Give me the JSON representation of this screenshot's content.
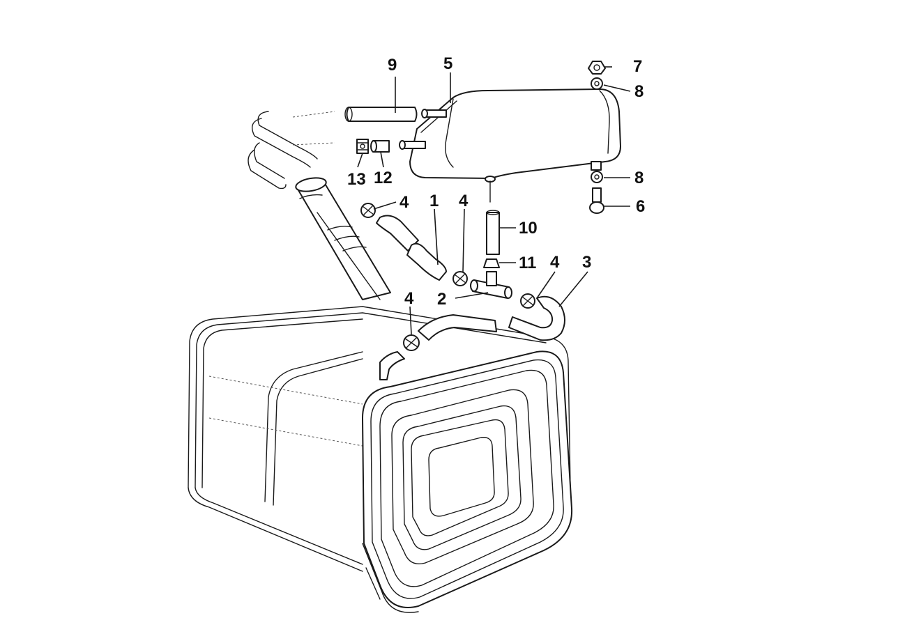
{
  "callouts": {
    "c1": "1",
    "c2": "2",
    "c3": "3",
    "c4a": "4",
    "c4b": "4",
    "c4c": "4",
    "c4d": "4",
    "c5": "5",
    "c6": "6",
    "c7": "7",
    "c8a": "8",
    "c8b": "8",
    "c9": "9",
    "c10": "10",
    "c11": "11",
    "c12": "12",
    "c13": "13"
  }
}
